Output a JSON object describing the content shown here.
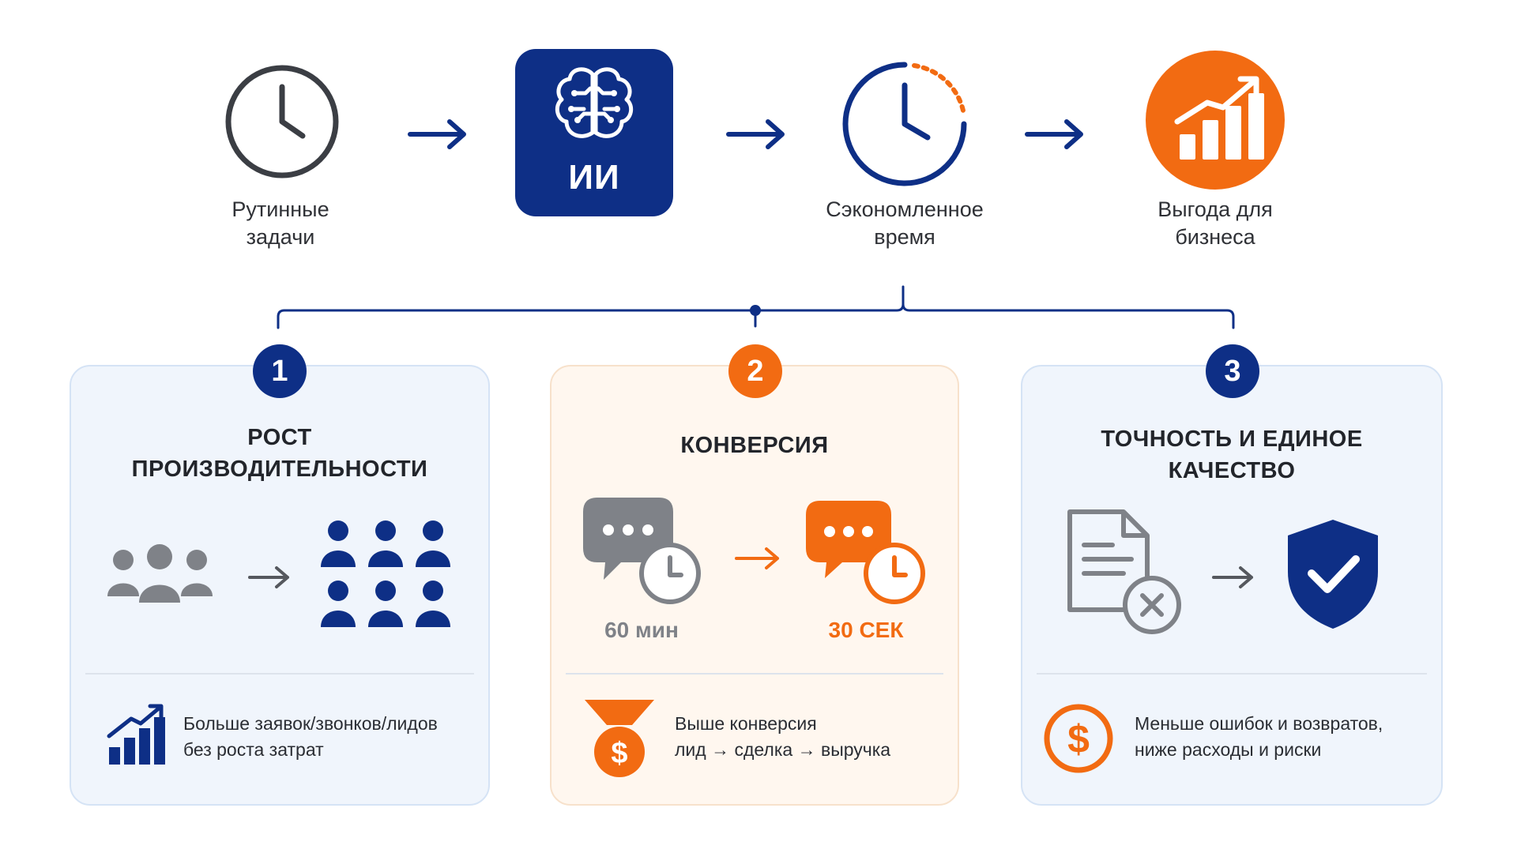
{
  "flow": {
    "step1_label": "Рутинные\nзадачи",
    "ai_label": "ИИ",
    "step3_label": "Сэкономленное\nвремя",
    "step4_label": "Выгода для\nбизнеса"
  },
  "cards": [
    {
      "number": "1",
      "title": "РОСТ\nПРОИЗВОДИТЕЛЬНОСТИ",
      "footer": "Больше заявок/звонков/лидов\nбез роста затрат"
    },
    {
      "number": "2",
      "title": "КОНВЕРСИЯ",
      "before_time": "60 мин",
      "after_time": "30 СЕК",
      "footer": "Выше конверсия\nлид → сделка → выручка"
    },
    {
      "number": "3",
      "title": "ТОЧНОСТЬ И ЕДИНОЕ\nКАЧЕСТВО",
      "footer": "Меньше ошибок и возвратов,\nниже расходы и риски"
    }
  ],
  "colors": {
    "navy": "#0e2f86",
    "orange": "#f26b12",
    "gray": "#7f8288",
    "card_blue_bg": "#f0f5fc",
    "card_orange_bg": "#fff7ef"
  },
  "icons": [
    "clock-icon",
    "brain-icon",
    "clock-progress-icon",
    "growth-chart-icon",
    "people-group-icon",
    "chat-clock-icon",
    "document-error-icon",
    "shield-check-icon",
    "bar-chart-up-icon",
    "funnel-dollar-icon",
    "dollar-coin-icon"
  ]
}
